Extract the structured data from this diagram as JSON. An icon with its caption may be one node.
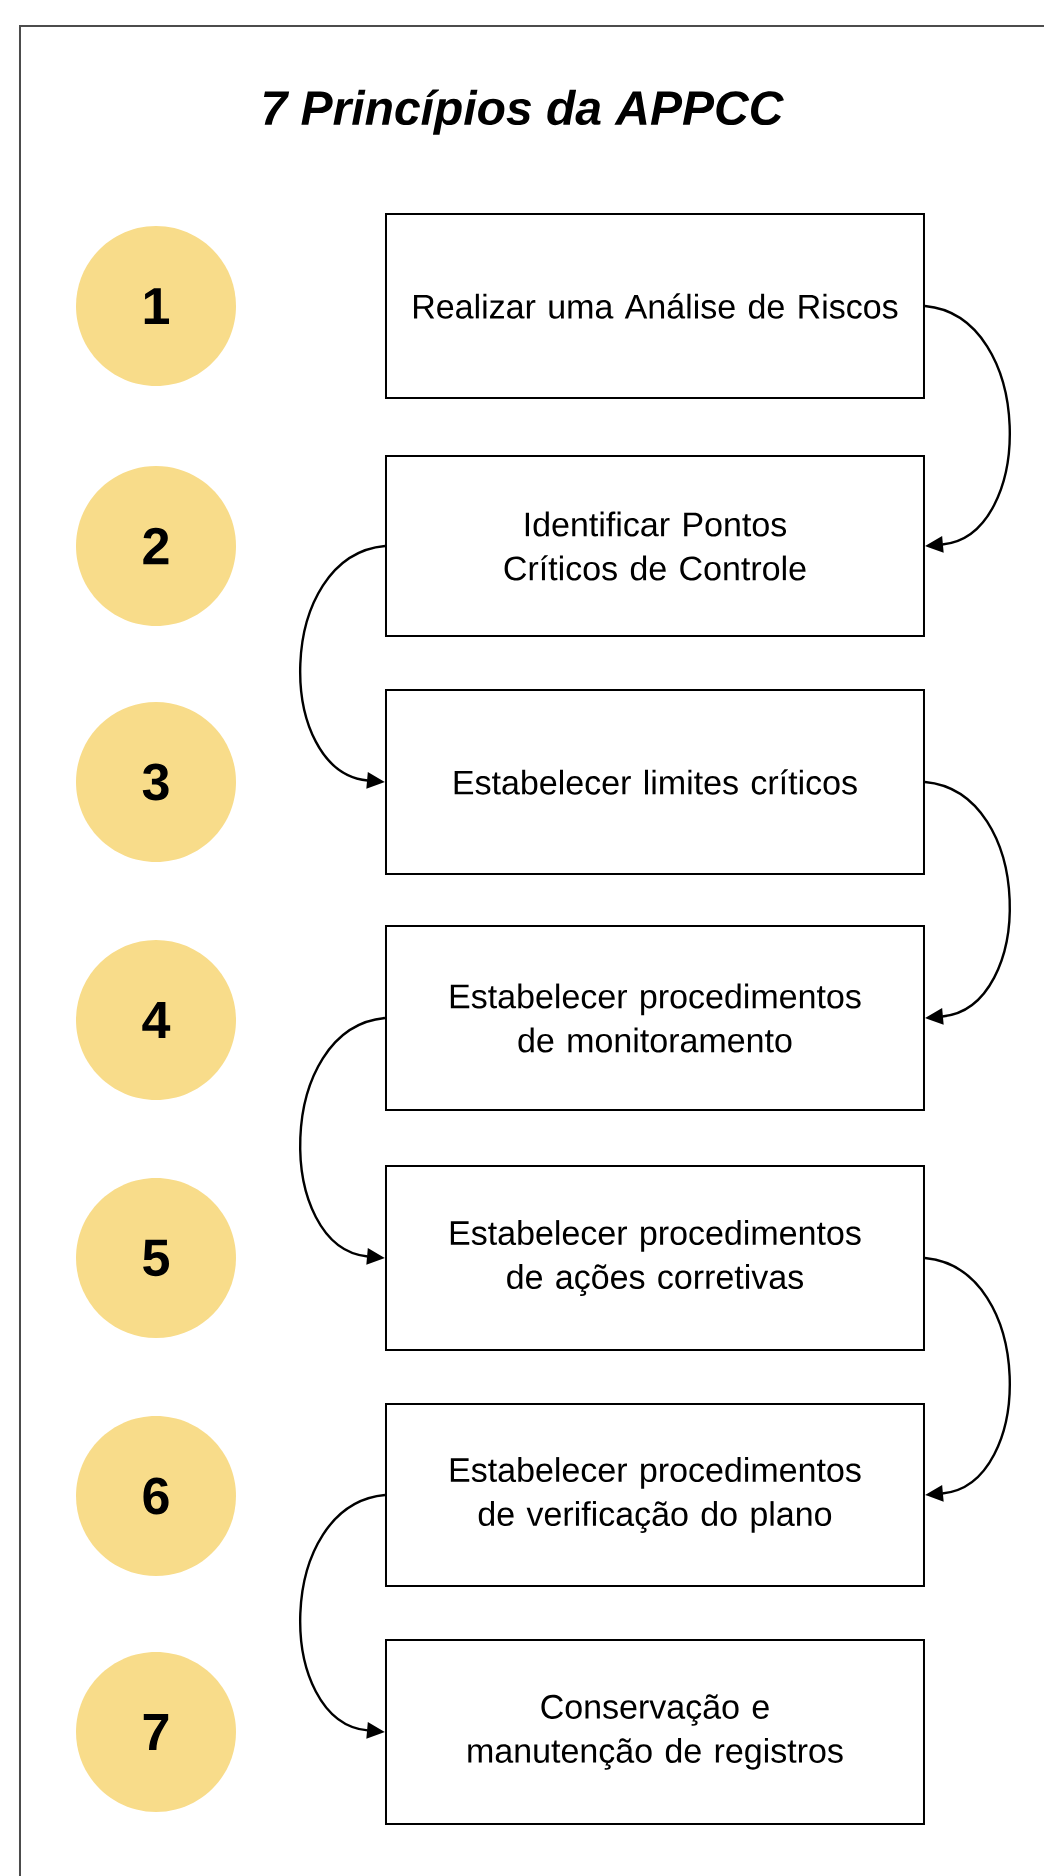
{
  "diagram": {
    "title": "7 Princípios da APPCC",
    "nodes": [
      {
        "text": [
          "1"
        ]
      },
      {
        "text": [
          "Realizar uma Análise de Riscos"
        ]
      },
      {
        "text": [
          "2"
        ]
      },
      {
        "text": [
          "Identificar Pontos Críticos de Controle"
        ]
      },
      {
        "text": [
          "3"
        ]
      },
      {
        "text": [
          "Estabelecer limites críticos"
        ]
      },
      {
        "text": [
          "4"
        ]
      },
      {
        "text": [
          "Estabelecer procedimentos de monitoramento"
        ]
      },
      {
        "text": [
          "5"
        ]
      },
      {
        "text": [
          "Estabelecer procedimentos de ações corretivas"
        ]
      },
      {
        "text": [
          "6"
        ]
      },
      {
        "text": [
          "Estabelecer procedimentos de verificação do plano"
        ]
      },
      {
        "text": [
          "7"
        ]
      },
      {
        "text": [
          "Conservação e manutenção de registros"
        ]
      }
    ],
    "edges": [
      {
        "from": 1,
        "to": 3,
        "arrow": "to"
      },
      {
        "from": 3,
        "to": 5,
        "arrow": "to"
      },
      {
        "from": 5,
        "to": 7,
        "arrow": "to"
      },
      {
        "from": 7,
        "to": 9,
        "arrow": "to"
      },
      {
        "from": 9,
        "to": 11,
        "arrow": "to"
      },
      {
        "from": 11,
        "to": 13,
        "arrow": "to"
      }
    ]
  }
}
